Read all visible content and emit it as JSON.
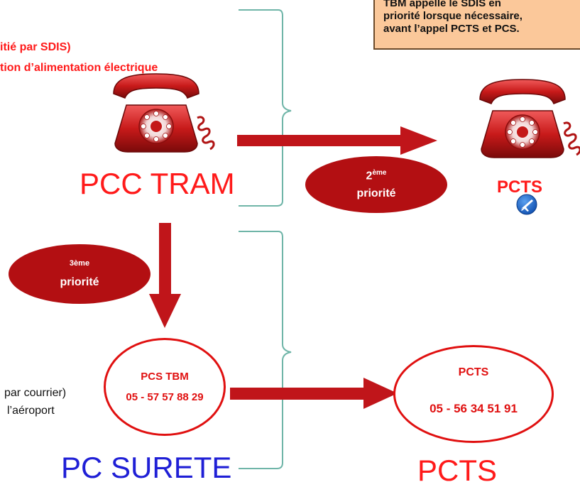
{
  "top_left": {
    "line1": "itié par SDIS)",
    "line2": "tion d’alimentation électrique"
  },
  "note": {
    "lines": [
      "TBM appelle le SDIS en",
      "priorité lorsque nécessaire,",
      "avant l’appel PCTS et PCS."
    ]
  },
  "pcc_tram": {
    "label": "PCC TRAM"
  },
  "second_priority": {
    "ordinal": "2",
    "sup": "ème",
    "word": "priorité"
  },
  "third_priority": {
    "ordinal": "3ème",
    "word": "priorité"
  },
  "right_phone": {
    "label": "PCTS"
  },
  "pcs_tbm": {
    "name": "PCS TBM",
    "phone": "05 - 57 57 88 29"
  },
  "left_bottom": {
    "line1": "par courrier)",
    "line2": "l’aéroport"
  },
  "pcts_ring": {
    "name": "PCTS",
    "phone": "05 - 56 34 51 91"
  },
  "pc_surete": {
    "label": "PC SURETE"
  },
  "pcts_bottom": {
    "label": "PCTS"
  },
  "colors": {
    "accent_red": "#ff1a1a",
    "dark_red": "#b30f12",
    "arrow_red": "#c0151a",
    "blue_label": "#1f1fd6",
    "brace_teal": "#6fb5a8",
    "note_bg": "#fbc89a"
  },
  "icons": [
    "telephone-icon",
    "airplane-icon"
  ]
}
